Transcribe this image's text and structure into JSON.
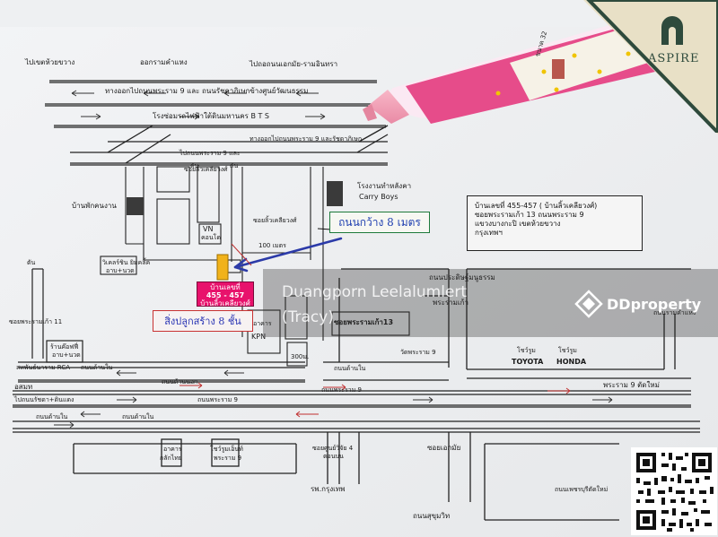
{
  "brand": {
    "name": "ASPIRE",
    "color": "#2e4a3c"
  },
  "watermark": {
    "agent_name": "Duangporn Leelalumlert",
    "agent_nick": "(Tracy)",
    "site": "DDproperty"
  },
  "address": {
    "lines": [
      "บ้านเลขที่ 455-457 ( บ้านลิ้วเคลียวงศ์)",
      "ซอยพระรามเก้า 13  ถนนพระราม 9",
      "แขวงบางกะปิ  เขตห้วยขวาง",
      "กรุงเทพฯ"
    ]
  },
  "landmark_label": "ถนนกว้าง 8 เมตร",
  "floor_note": "สิ่งปลูกสร้าง 8 ชั้น",
  "target": {
    "line1": "บ้านเลขที่",
    "line2": "455 - 457",
    "line3": "บ้านลิ้วเคลียวงศ์"
  },
  "labels": {
    "to_chokchai": "ไปเขตห้วยขวาง",
    "exit_ram": "ออกรามคำแหง",
    "to_ekkamai": "ไปถอถนนเอกมัย-รามอินทรา",
    "expressway": "ทางออกไปถนนพระราม 9  และ ถนนรัชดาภิเษกข้างศูนย์วัฒนธรรม",
    "bts_depot": "โรงซ่อมรถไฟฟ้าใต้ดินมหานคร  B T S",
    "exit_ratchada": "ทางออกไปถนนพระราม 9 และรัชดาภิเษก",
    "worker_house": "บ้านพักคนงาน",
    "warehouse": "โรงงานทำหลังคา",
    "carry_boys": "Carry Boys",
    "vn": "VN",
    "condo": "คอนโด",
    "soi_sangsawang": "ซอยลิ้วเคลียวงศ์",
    "m100": "100 เมตร",
    "clinic": "วิเคลร์ชิน ยิมคลิ้ค",
    "clinic2": "อาบ+นวด",
    "soi11": "ซอยพระรามเก้า 11",
    "restaurant": "ร้านค๊อฟฟี่",
    "restaurant2": "อาบ+นวด",
    "rca": "สหพันธ์นาราม RCA",
    "kpn": "KPN",
    "building_a": "อาคาร",
    "m300": "300ม.",
    "soi13": "ซอยพระรามเก้า13",
    "pracha": "ถนนประดิษฐ์มนูธรรม",
    "rama_ka": "พระรามเก้า",
    "wat": "วัดพระราม 9",
    "toyota_th": "โชว์รูม",
    "toyota": "TOYOTA",
    "honda_th": "โชว์รูม",
    "honda": "HONDA",
    "rama9_cut": "พระราม 9 ตัดใหม่",
    "ramkhamhaeng": "ถนนรามคำแหง",
    "lane_in": "ถนนด้านใน",
    "lane_out": "ถนนด้านนอก",
    "rama9_rd": "ถนนพระราม 9",
    "rama9_out": "ถนนพระราม 9",
    "samak": "อสมท",
    "to_ratchada": "ไปถนนรัชดา+ดินแดง",
    "lane_in2": "ถนนด้านใน",
    "lane_in3": "ถนนด้านใน",
    "lane_in4": "ถนนด้านใน",
    "fortune": "อาคาร",
    "fortune2": "กลักไทย",
    "showroom": "โชว์รูมเอ็นท์",
    "showroom2": "พระราม 9",
    "soi_4": "ซอยศูนย์วิจัย 4",
    "soi_4b": "ตอนบน",
    "ekkamai": "ซอยเอกมัย",
    "hospital": "รพ.กรุงเทพ",
    "sukhumvit": "ถนนสุขุมวิท",
    "phetchaburi": "ถนนเพชรบุรีตัดใหม่",
    "dead_end": "ตัน",
    "dead_end2": "ตัน",
    "dead_end3": "ตัน",
    "to_left": "ไปถนนพระราม 9 และ",
    "soi_top": "ซอยลิ้วเคลียวงศ์",
    "pen_text": "ขนาด 32"
  }
}
